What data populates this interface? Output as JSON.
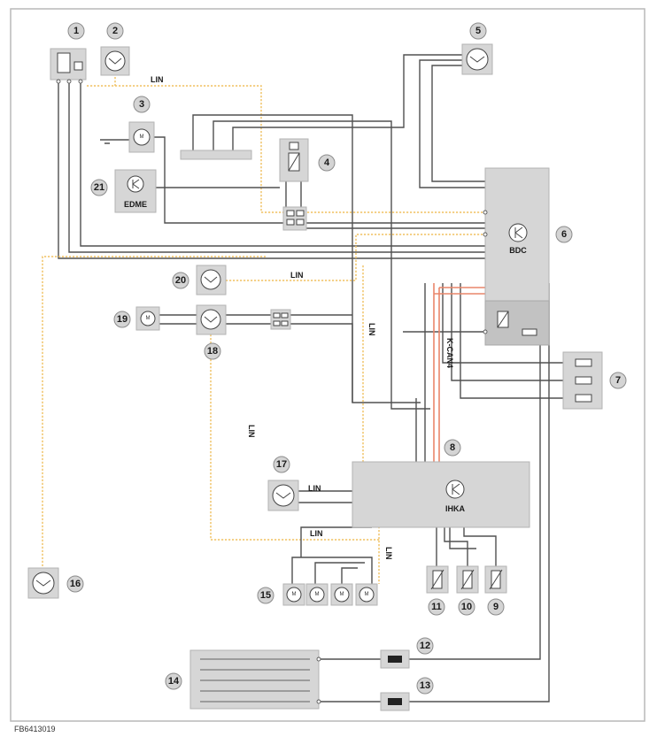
{
  "figure_id": "FB6413019",
  "callouts": [
    "1",
    "2",
    "3",
    "4",
    "5",
    "6",
    "7",
    "8",
    "9",
    "10",
    "11",
    "12",
    "13",
    "14",
    "15",
    "16",
    "17",
    "18",
    "19",
    "20",
    "21"
  ],
  "modules": {
    "bdc": "BDC",
    "ihka": "IHKA",
    "edme": "EDME"
  },
  "bus_labels": {
    "lin": "LIN",
    "kcan4": "K-CAN4"
  },
  "motor_symbol": "M",
  "colors": {
    "lin": "#f0c060",
    "kcan4": "#e9856a",
    "wire": "#505050",
    "component": "#d6d6d6"
  }
}
